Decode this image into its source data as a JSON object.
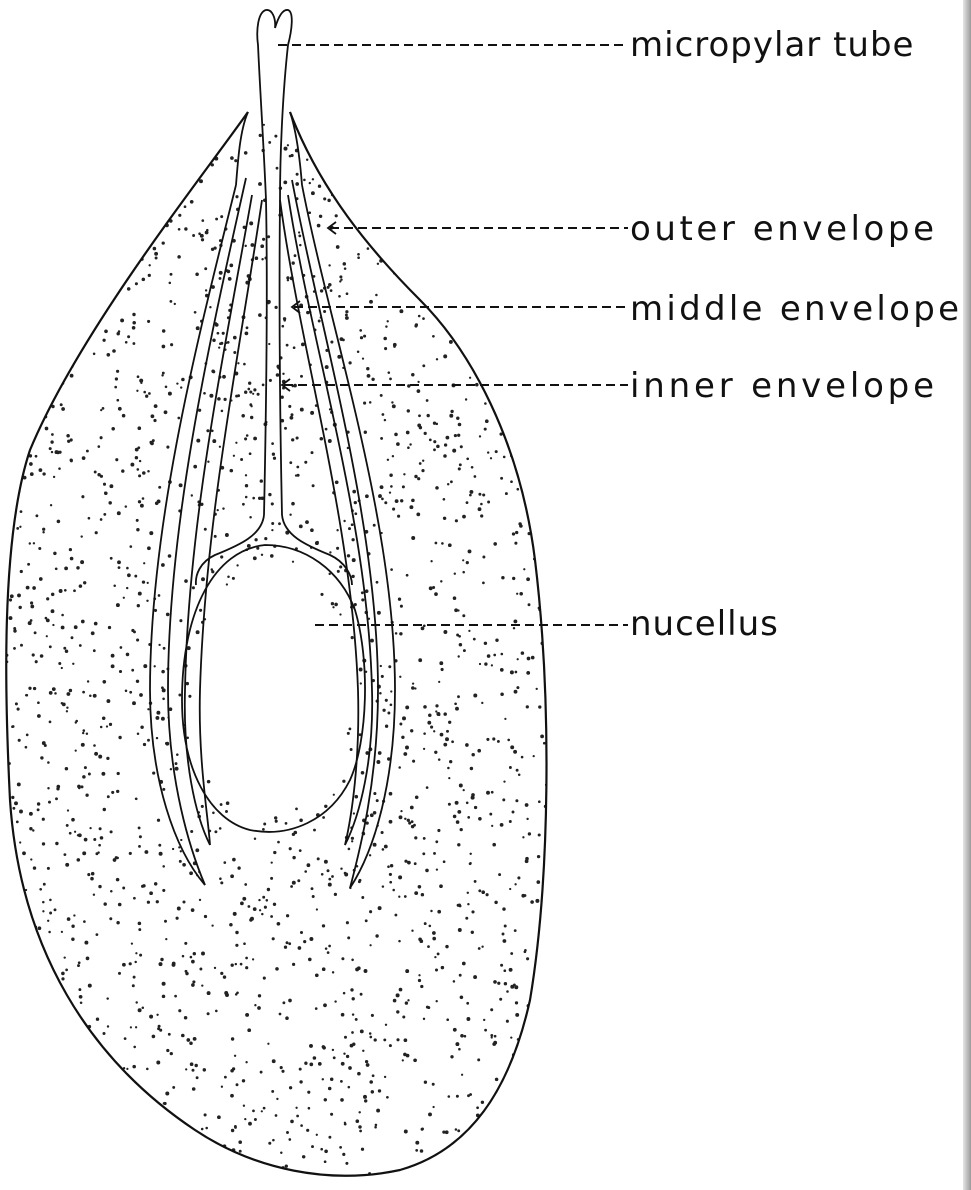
{
  "labels": {
    "micropylar_tube": "micropylar tube",
    "outer_envelope": "outer envelope",
    "middle_envelope": "middle envelope",
    "inner_envelope": "inner envelope",
    "nucellus": "nucellus"
  }
}
